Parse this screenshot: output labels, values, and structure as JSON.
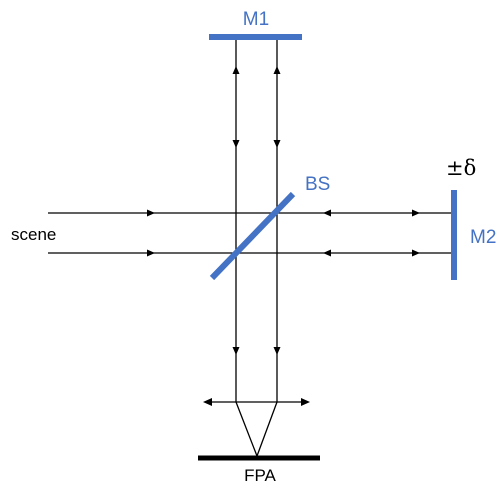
{
  "labels": {
    "mirror1": "M1",
    "mirror2": "M2",
    "beamsplitter": "BS",
    "input": "scene",
    "detector": "FPA",
    "displacement": "±δ"
  },
  "colors": {
    "optics": "#4472C4",
    "rays": "#000000",
    "background": "#ffffff"
  }
}
